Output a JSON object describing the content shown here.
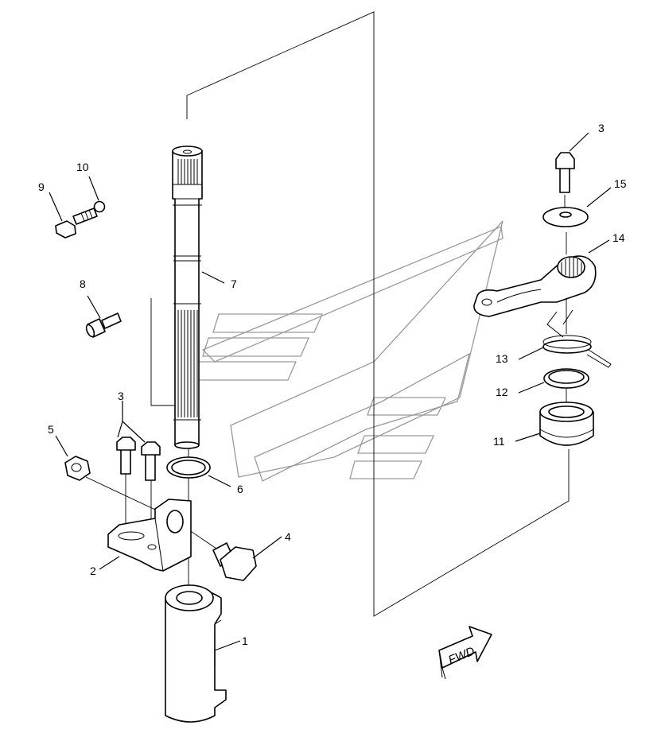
{
  "callouts": {
    "c1": "1",
    "c2": "2",
    "c3a": "3",
    "c3b": "3",
    "c4": "4",
    "c5": "5",
    "c6": "6",
    "c7": "7",
    "c8": "8",
    "c9": "9",
    "c10": "10",
    "c11": "11",
    "c12": "12",
    "c13": "13",
    "c14": "14",
    "c15": "15"
  },
  "direction_marker": {
    "label": "FWD"
  }
}
